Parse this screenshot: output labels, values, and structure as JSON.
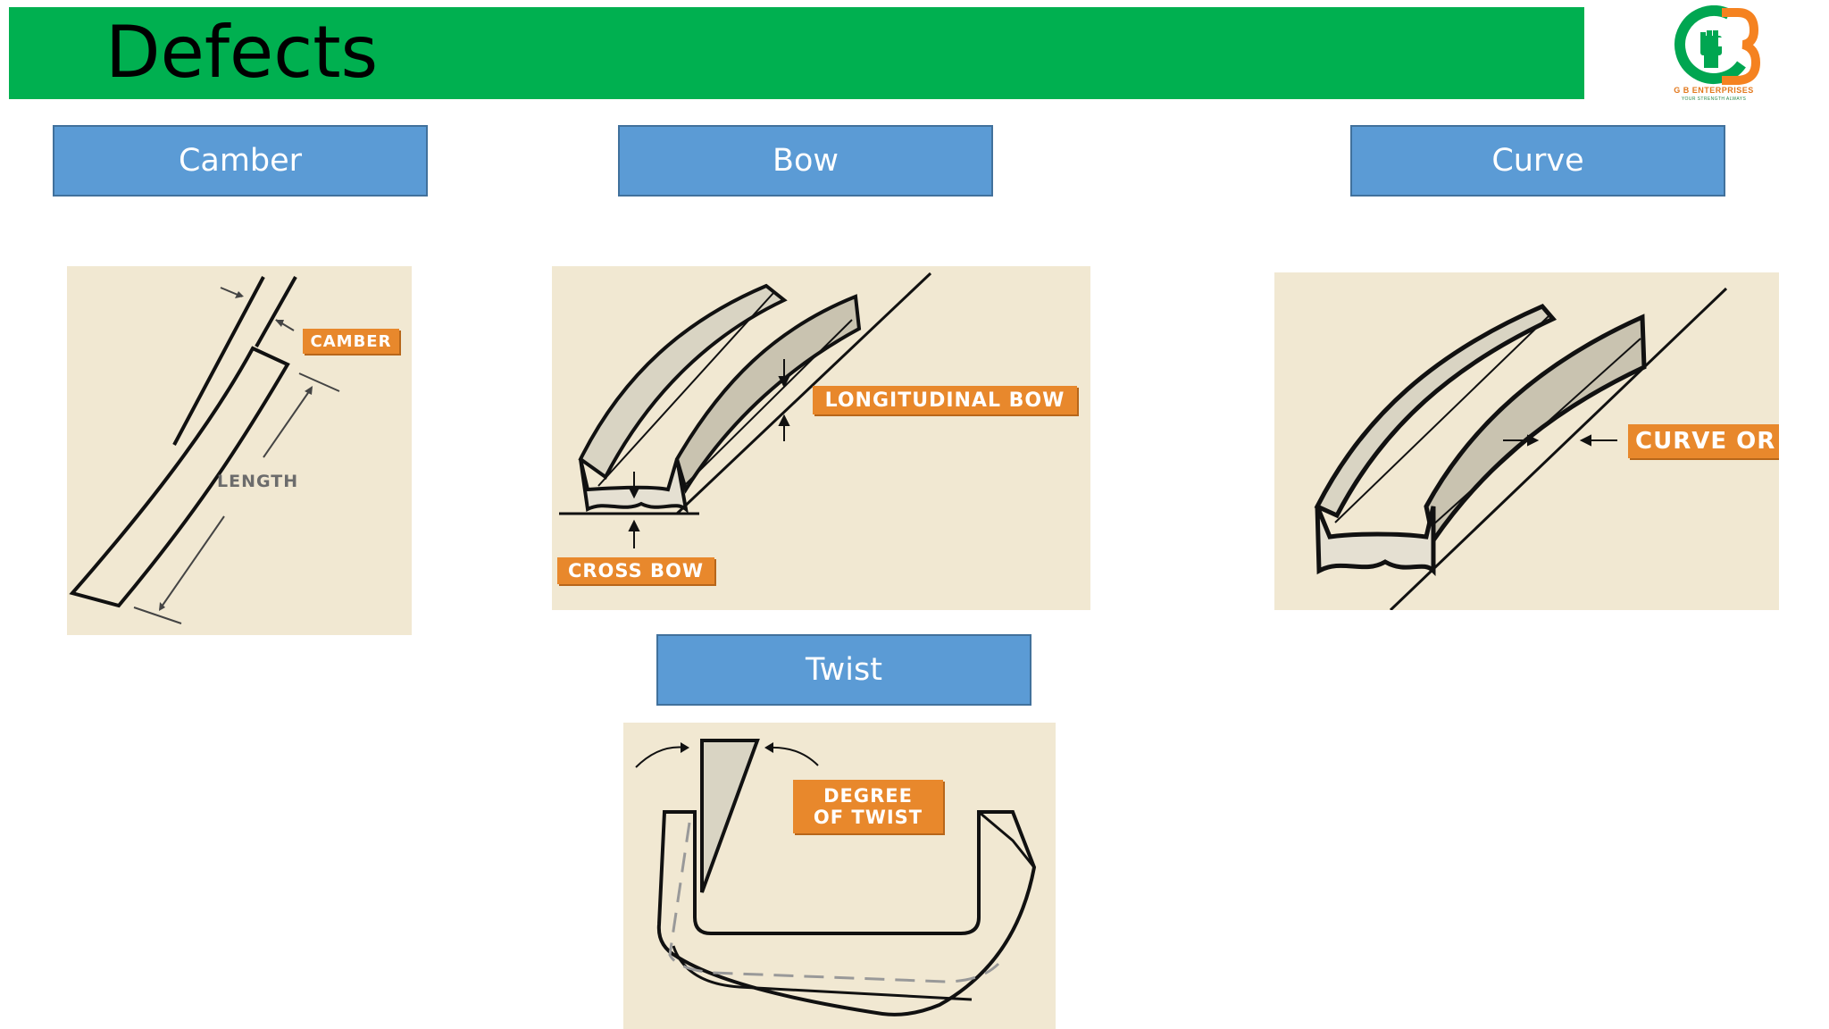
{
  "header": {
    "title": "Defects",
    "bar_color": "#00b050"
  },
  "logo": {
    "icon": "gb-enterprises-fist-logo",
    "name": "G B ENTERPRISES",
    "tagline": "YOUR STRENGTH ALWAYS"
  },
  "sections": {
    "camber": {
      "label": "Camber",
      "callout": "CAMBER",
      "dimension": "LENGTH"
    },
    "bow": {
      "label": "Bow",
      "callout_longitudinal": "LONGITUDINAL BOW",
      "callout_cross": "CROSS BOW"
    },
    "curve": {
      "label": "Curve",
      "callout": "CURVE OR"
    },
    "twist": {
      "label": "Twist",
      "callout_line1": "DEGREE",
      "callout_line2": "OF TWIST"
    }
  },
  "colors": {
    "label_box": "#5b9bd5",
    "panel_background": "#f1e8d2",
    "callout": "#e8882c"
  }
}
